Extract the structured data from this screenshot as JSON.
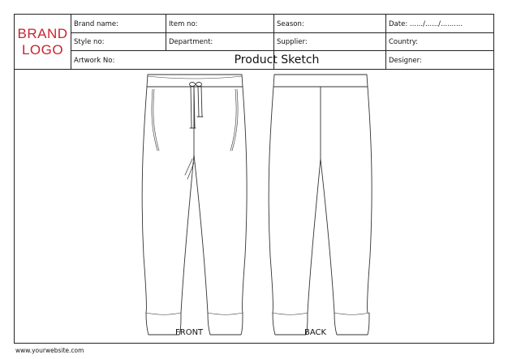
{
  "brand_logo": {
    "line1": "BRAND",
    "line2": "LOGO",
    "color": "#c8242f"
  },
  "header": {
    "brand_name_label": "Brand name:",
    "item_no_label": "Item no:",
    "season_label": "Season:",
    "date_label": "Date: ....../....../..........",
    "style_no_label": "Style no:",
    "department_label": "Department:",
    "supplier_label": "Supplier:",
    "country_label": "Country:",
    "artwork_no_label": "Artwork No:",
    "title": "Product Sketch",
    "designer_label": "Designer:"
  },
  "views": {
    "front_label": "FRONT",
    "back_label": "BACK"
  },
  "footer": {
    "website": "www.yourwebsite.com"
  }
}
